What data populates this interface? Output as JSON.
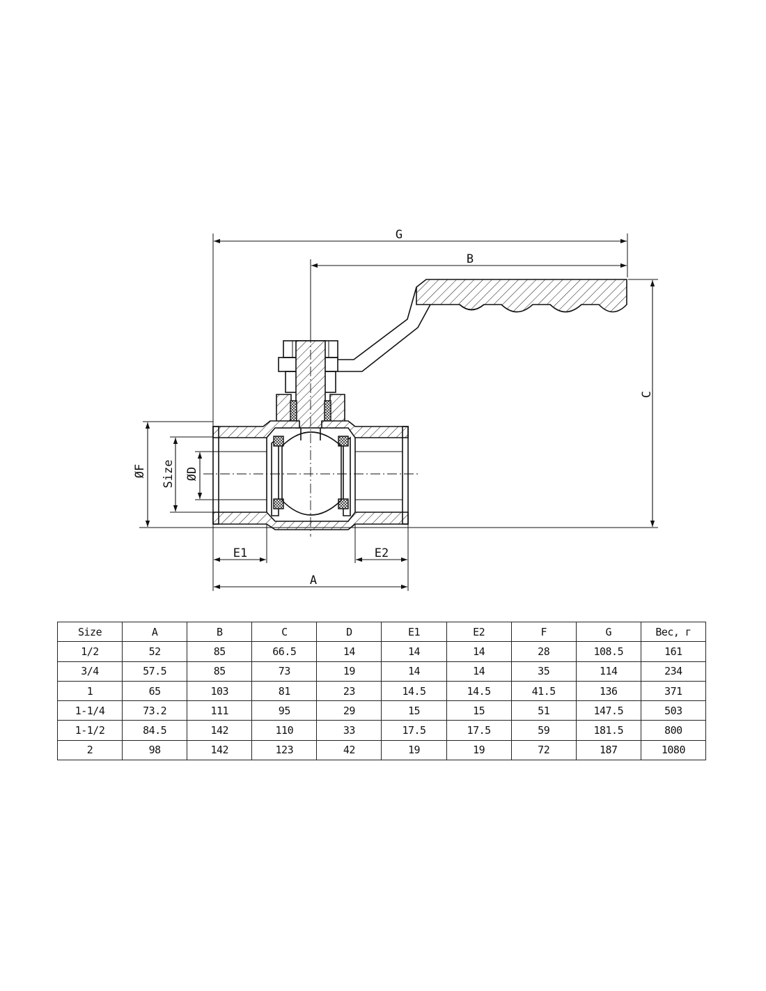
{
  "labels": {
    "dim_g": "G",
    "dim_b": "B",
    "dim_c": "C",
    "dim_f": "ØF",
    "dim_size": "Size",
    "dim_d": "ØD",
    "dim_e1": "E1",
    "dim_e2": "E2",
    "dim_a": "A"
  },
  "table": {
    "headers": [
      "Size",
      "A",
      "B",
      "C",
      "D",
      "E1",
      "E2",
      "F",
      "G",
      "Вес, г"
    ],
    "rows": [
      [
        "1/2",
        "52",
        "85",
        "66.5",
        "14",
        "14",
        "14",
        "28",
        "108.5",
        "161"
      ],
      [
        "3/4",
        "57.5",
        "85",
        "73",
        "19",
        "14",
        "14",
        "35",
        "114",
        "234"
      ],
      [
        "1",
        "65",
        "103",
        "81",
        "23",
        "14.5",
        "14.5",
        "41.5",
        "136",
        "371"
      ],
      [
        "1-1/4",
        "73.2",
        "111",
        "95",
        "29",
        "15",
        "15",
        "51",
        "147.5",
        "503"
      ],
      [
        "1-1/2",
        "84.5",
        "142",
        "110",
        "33",
        "17.5",
        "17.5",
        "59",
        "181.5",
        "800"
      ],
      [
        "2",
        "98",
        "142",
        "123",
        "42",
        "19",
        "19",
        "72",
        "187",
        "1080"
      ]
    ]
  }
}
